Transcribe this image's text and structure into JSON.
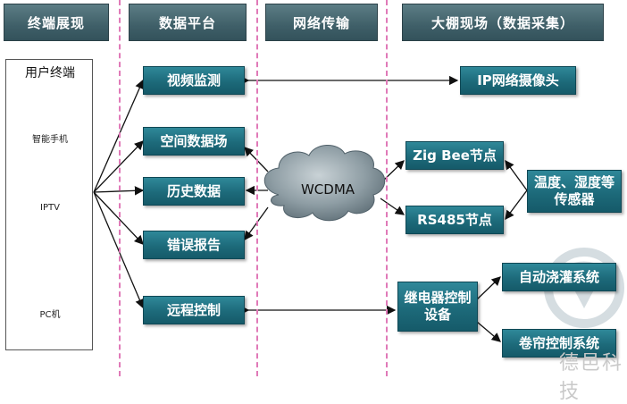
{
  "headers": {
    "terminal": "终端展现",
    "platform": "数据平台",
    "network": "网络传输",
    "site": "大棚现场（数据采集）"
  },
  "terminal": {
    "title": "用户终端",
    "devices": [
      "智能手机",
      "IPTV",
      "PC机"
    ]
  },
  "platform": {
    "items": [
      "视频监测",
      "空间数据场",
      "历史数据",
      "错误报告",
      "远程控制"
    ]
  },
  "network": {
    "cloud_label": "WCDMA"
  },
  "site": {
    "camera": "IP网络摄像头",
    "zigbee": "Zig Bee节点",
    "rs485": "RS485节点",
    "sensors": "温度、湿度等传感器",
    "relay": "继电器控制设备",
    "irrigation": "自动浇灌系统",
    "curtain": "卷帘控制系统"
  },
  "watermark": "德邑科技",
  "colors": {
    "header": "#3f5f68",
    "box": "#1d6a7a",
    "divider": "#e07ab8",
    "cloud": "#7f8e96"
  }
}
